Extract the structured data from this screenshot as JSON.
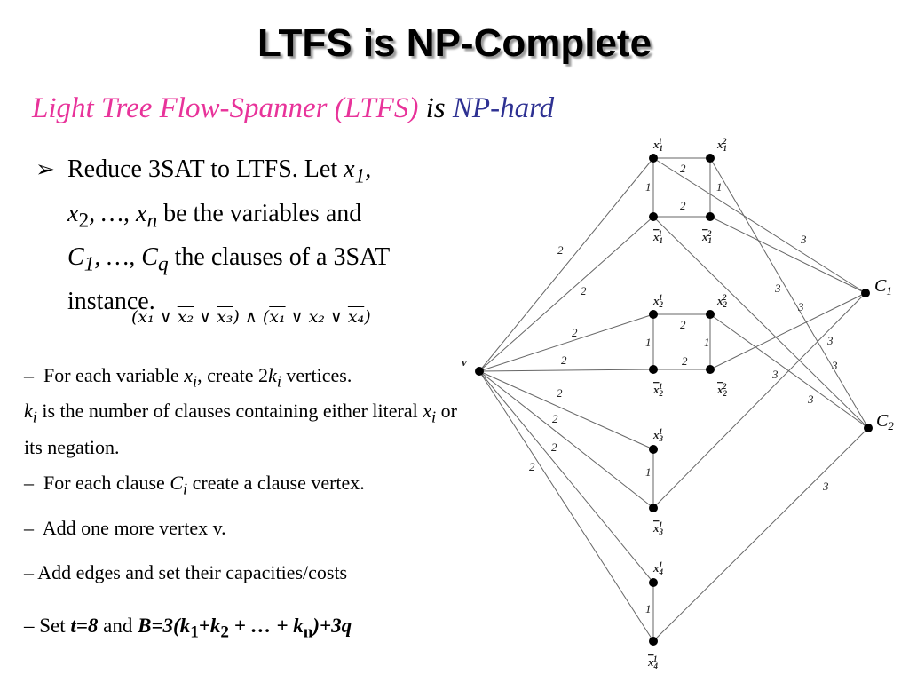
{
  "title": "LTFS is NP-Complete",
  "subtitle": {
    "pink": "Light Tree Flow-Spanner (LTFS)",
    "mid": " is ",
    "blue": "NP-hard"
  },
  "bullet_marker": "➢",
  "bullet": {
    "p1": "Reduce 3SAT to LTFS. Let ",
    "x": "x",
    "s1": "1",
    "p2": ",",
    "x2": "x",
    "s2": "2",
    "p3": ", …, ",
    "xn": "x",
    "sn": "n",
    "p4": " be the variables and",
    "C": "C",
    "c1": "1",
    "p5": ", …, ",
    "Cq": "C",
    "q": "q",
    "p6": " the clauses of a 3SAT instance."
  },
  "formula": {
    "p1": "(x₁ ∨ ",
    "o1": "x₂",
    "p2": " ∨ ",
    "o2": "x₃",
    "p3": ") ∧ (",
    "o3": "x₁",
    "p4": " ∨ x₂ ∨ ",
    "o4": "x₄",
    "p5": ")"
  },
  "items": {
    "i1": {
      "dash": "–",
      "a": "  For each variable ",
      "x": "x",
      "i": "i",
      "b": ", create 2",
      "k": "k",
      "ki": "i",
      "c": " vertices.",
      "k2": "k",
      "ki2": "i",
      "d": " is the number of clauses containing either literal ",
      "x2": "x",
      "i2": "i",
      "e": " or its negation."
    },
    "i2": {
      "a": "–  For each clause ",
      "C": "C",
      "i": "i",
      "b": " create a clause vertex."
    },
    "i3": "–  Add one more vertex v.",
    "i4": "– Add edges and set their capacities/costs",
    "i5": {
      "a": "– Set ",
      "t": "t=8",
      "and": " and ",
      "B": "B=3(k",
      "s1": "1",
      "plus": "+k",
      "s2": "2",
      "dots": " + … + k",
      "sn": "n",
      "end": ")+3q"
    }
  },
  "graph": {
    "v_label": "v",
    "C1": "C",
    "C1s": "1",
    "C2": "C",
    "C2s": "2",
    "vertex_labels": {
      "x11": "x",
      "x11s": "1",
      "x11t": "1",
      "x12": "x",
      "x12s": "1",
      "x12t": "2",
      "nx11": "x",
      "nx11s": "1",
      "nx11t": "1",
      "nx12": "x",
      "nx12s": "1",
      "nx12t": "2",
      "x21": "x",
      "x21s": "2",
      "x21t": "1",
      "x22": "x",
      "x22s": "2",
      "x22t": "2",
      "nx21": "x",
      "nx21s": "2",
      "nx21t": "1",
      "nx22": "x",
      "nx22s": "2",
      "nx22t": "2",
      "x31": "x",
      "x31s": "3",
      "x31t": "1",
      "nx31": "x",
      "nx31s": "3",
      "nx31t": "1",
      "x41": "x",
      "x41s": "4",
      "x41t": "1",
      "nx41": "x",
      "nx41s": "4",
      "nx41t": "1"
    },
    "edge_labels": {
      "e_top1": "2",
      "e_bot1": "2",
      "e_l1": "1",
      "e_r1": "1",
      "e_top2": "2",
      "e_bot2": "2",
      "e_l2": "1",
      "e_r2": "1",
      "e_l3": "1",
      "e_l4": "1",
      "v1": "2",
      "v2": "2",
      "v3": "2",
      "v4": "2",
      "v5": "2",
      "v6": "2",
      "v7": "2",
      "v8": "2",
      "c1a": "3",
      "c1b": "3",
      "c1c": "3",
      "c1d": "3",
      "c2a": "3",
      "c2b": "3",
      "c2c": "3",
      "c2d": "3"
    }
  }
}
